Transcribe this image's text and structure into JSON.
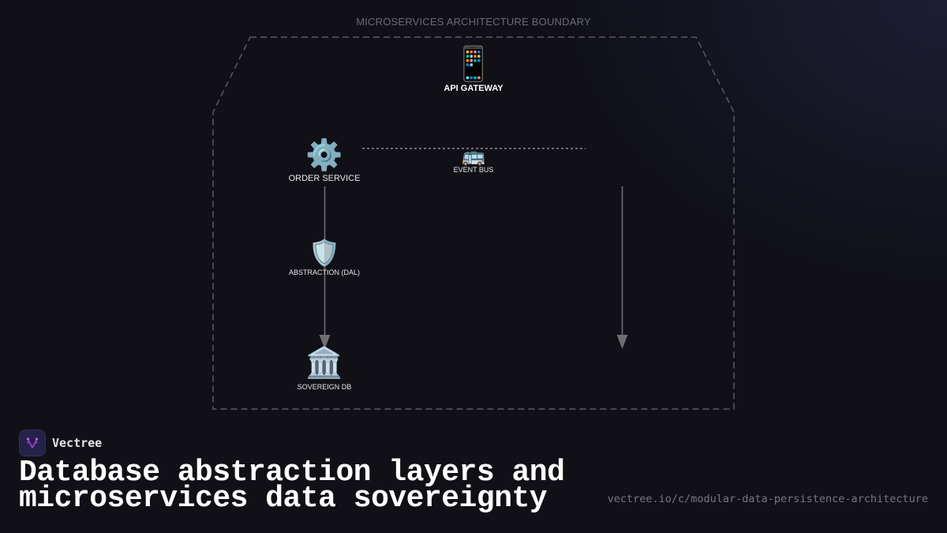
{
  "diagram": {
    "boundary_title": "MICROSERVICES ARCHITECTURE BOUNDARY",
    "nodes": {
      "api_gateway": {
        "label": "API GATEWAY",
        "icon": "📱",
        "icon_name": "mobile-phone-icon"
      },
      "order_service": {
        "label": "ORDER SERVICE",
        "icon": "⚙️",
        "icon_name": "gear-icon"
      },
      "event_bus": {
        "label": "EVENT BUS",
        "icon": "🚌",
        "icon_name": "bus-icon"
      },
      "abstraction": {
        "label": "ABSTRACTION (DAL)",
        "icon": "🛡️",
        "icon_name": "shield-icon"
      },
      "sovereign_db": {
        "label": "SOVEREIGN DB",
        "icon": "🏛️",
        "icon_name": "classical-building-icon"
      }
    },
    "edges": [
      {
        "from": "order_service",
        "to": "event_bus",
        "style": "dotted"
      },
      {
        "from": "order_service",
        "to": "sovereign_db",
        "via": "abstraction",
        "style": "solid-arrow"
      },
      {
        "from": "event_bus",
        "to": "unlabeled",
        "style": "solid-arrow"
      }
    ],
    "colors": {
      "boundary": "#5a5a60",
      "edge": "#6e6e72",
      "background": "#101016"
    }
  },
  "footer": {
    "brand_name": "Vectree",
    "headline_line1": "Database abstraction layers and",
    "headline_line2": "microservices data sovereignty",
    "url": "vectree.io/c/modular-data-persistence-architecture",
    "brand_color": "#9b3fd6"
  }
}
